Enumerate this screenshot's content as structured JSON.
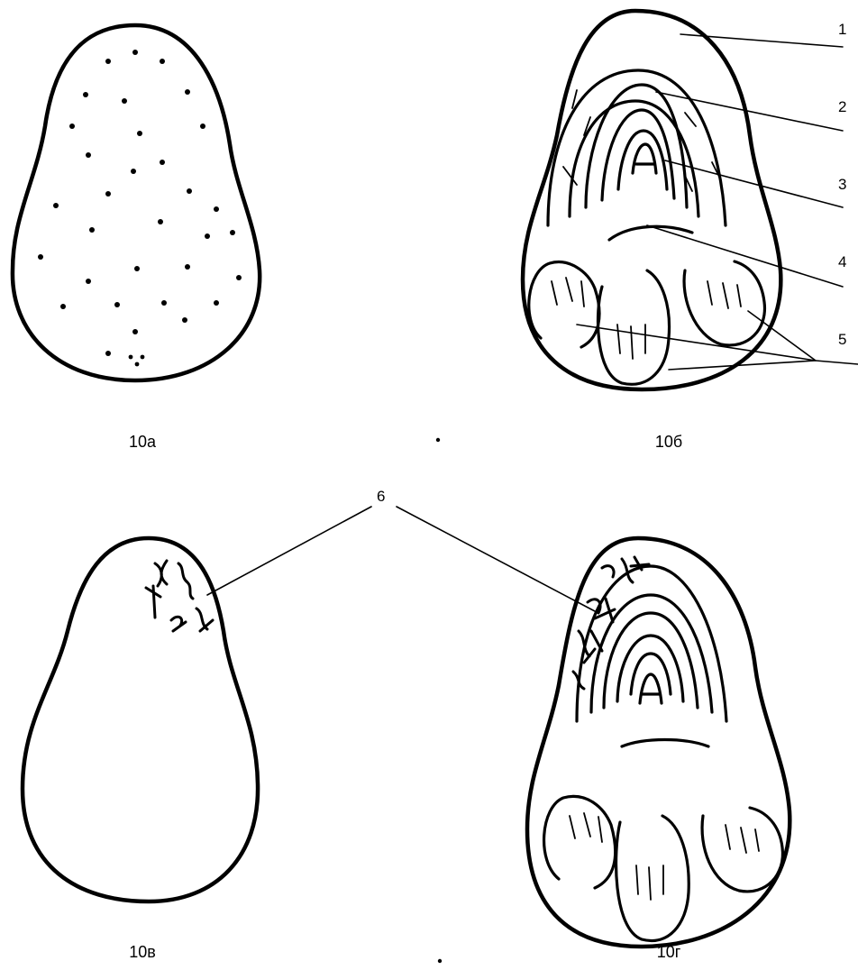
{
  "panels": [
    {
      "id": "a",
      "caption": "10а"
    },
    {
      "id": "b",
      "caption": "10б"
    },
    {
      "id": "c",
      "caption": "10в"
    },
    {
      "id": "d",
      "caption": "10г"
    }
  ],
  "callouts": [
    "1",
    "2",
    "3",
    "4",
    "5",
    "6"
  ]
}
